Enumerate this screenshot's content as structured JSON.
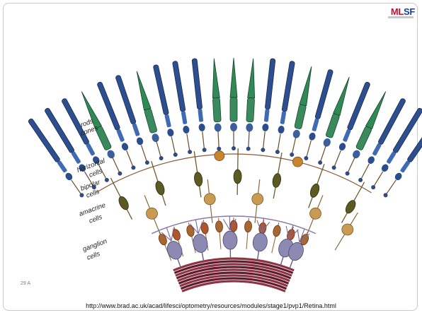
{
  "logo": {
    "text_red": "ML",
    "text_blue": "SF"
  },
  "diagram": {
    "labels": {
      "rods": "rods",
      "cones": "cones",
      "horizontal": "horizontal",
      "horizontal_cells": "cells",
      "bipolar": "bipolar",
      "bipolar_cells": "cells",
      "amacrine": "amacrine",
      "amacrine_cells": "cells",
      "ganglion": "ganglion",
      "ganglion_cells": "cells"
    },
    "colors": {
      "rod": "#2e4f8f",
      "cone": "#2f8a56",
      "horizontal": "#5a5a22",
      "bipolar": "#c99a52",
      "amacrine": "#a8672e",
      "ganglion": "#8c8ab2",
      "nerve": "#7a2a3a"
    }
  },
  "footer": {
    "date": "29 A",
    "tick": "·",
    "url": "http://www.brad.ac.uk/acad/lifesci/optometry/resources/modules/stage1/pvp1/Retina.html"
  }
}
